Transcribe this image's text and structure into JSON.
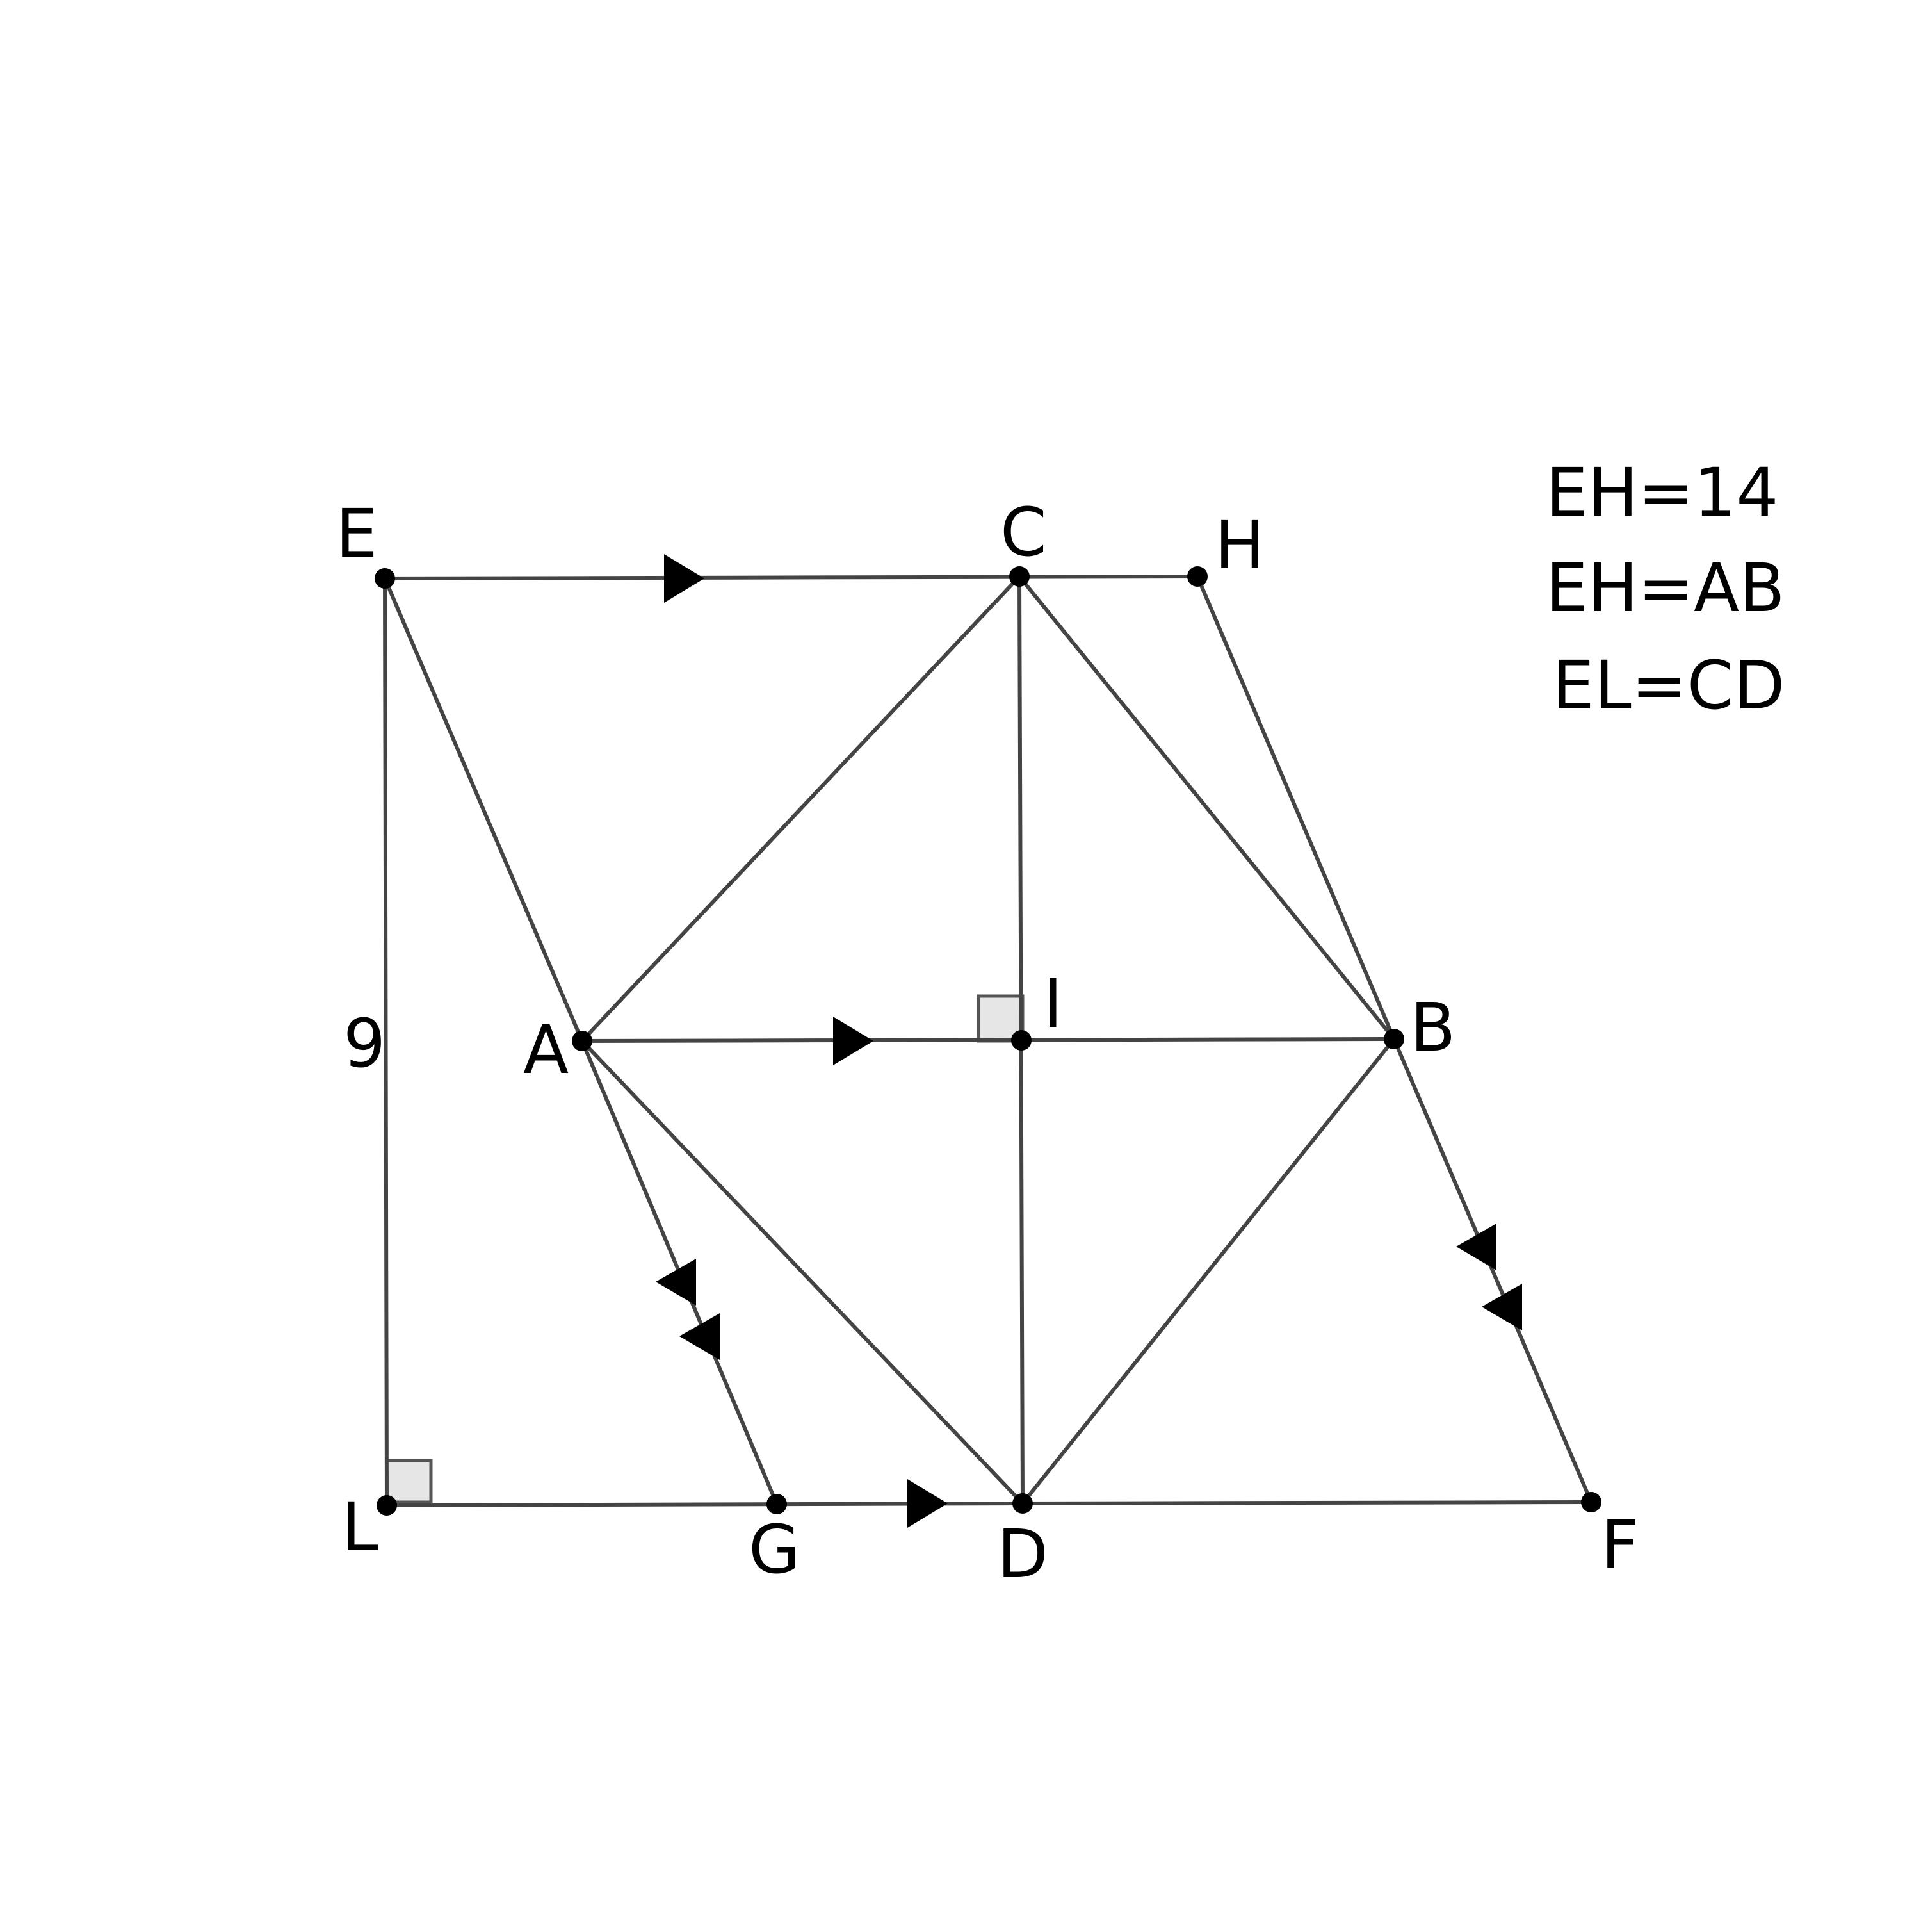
{
  "points": {
    "E": "E",
    "C": "C",
    "H": "H",
    "A": "A",
    "I": "I",
    "B": "B",
    "L": "L",
    "G": "G",
    "D": "D",
    "F": "F"
  },
  "side_label_EL": "9",
  "notes": [
    "EH=14",
    "EH=AB",
    "EL=CD"
  ],
  "colors": {
    "line": "#444444",
    "point": "#000000",
    "right_angle_fill": "#e6e6e6"
  }
}
